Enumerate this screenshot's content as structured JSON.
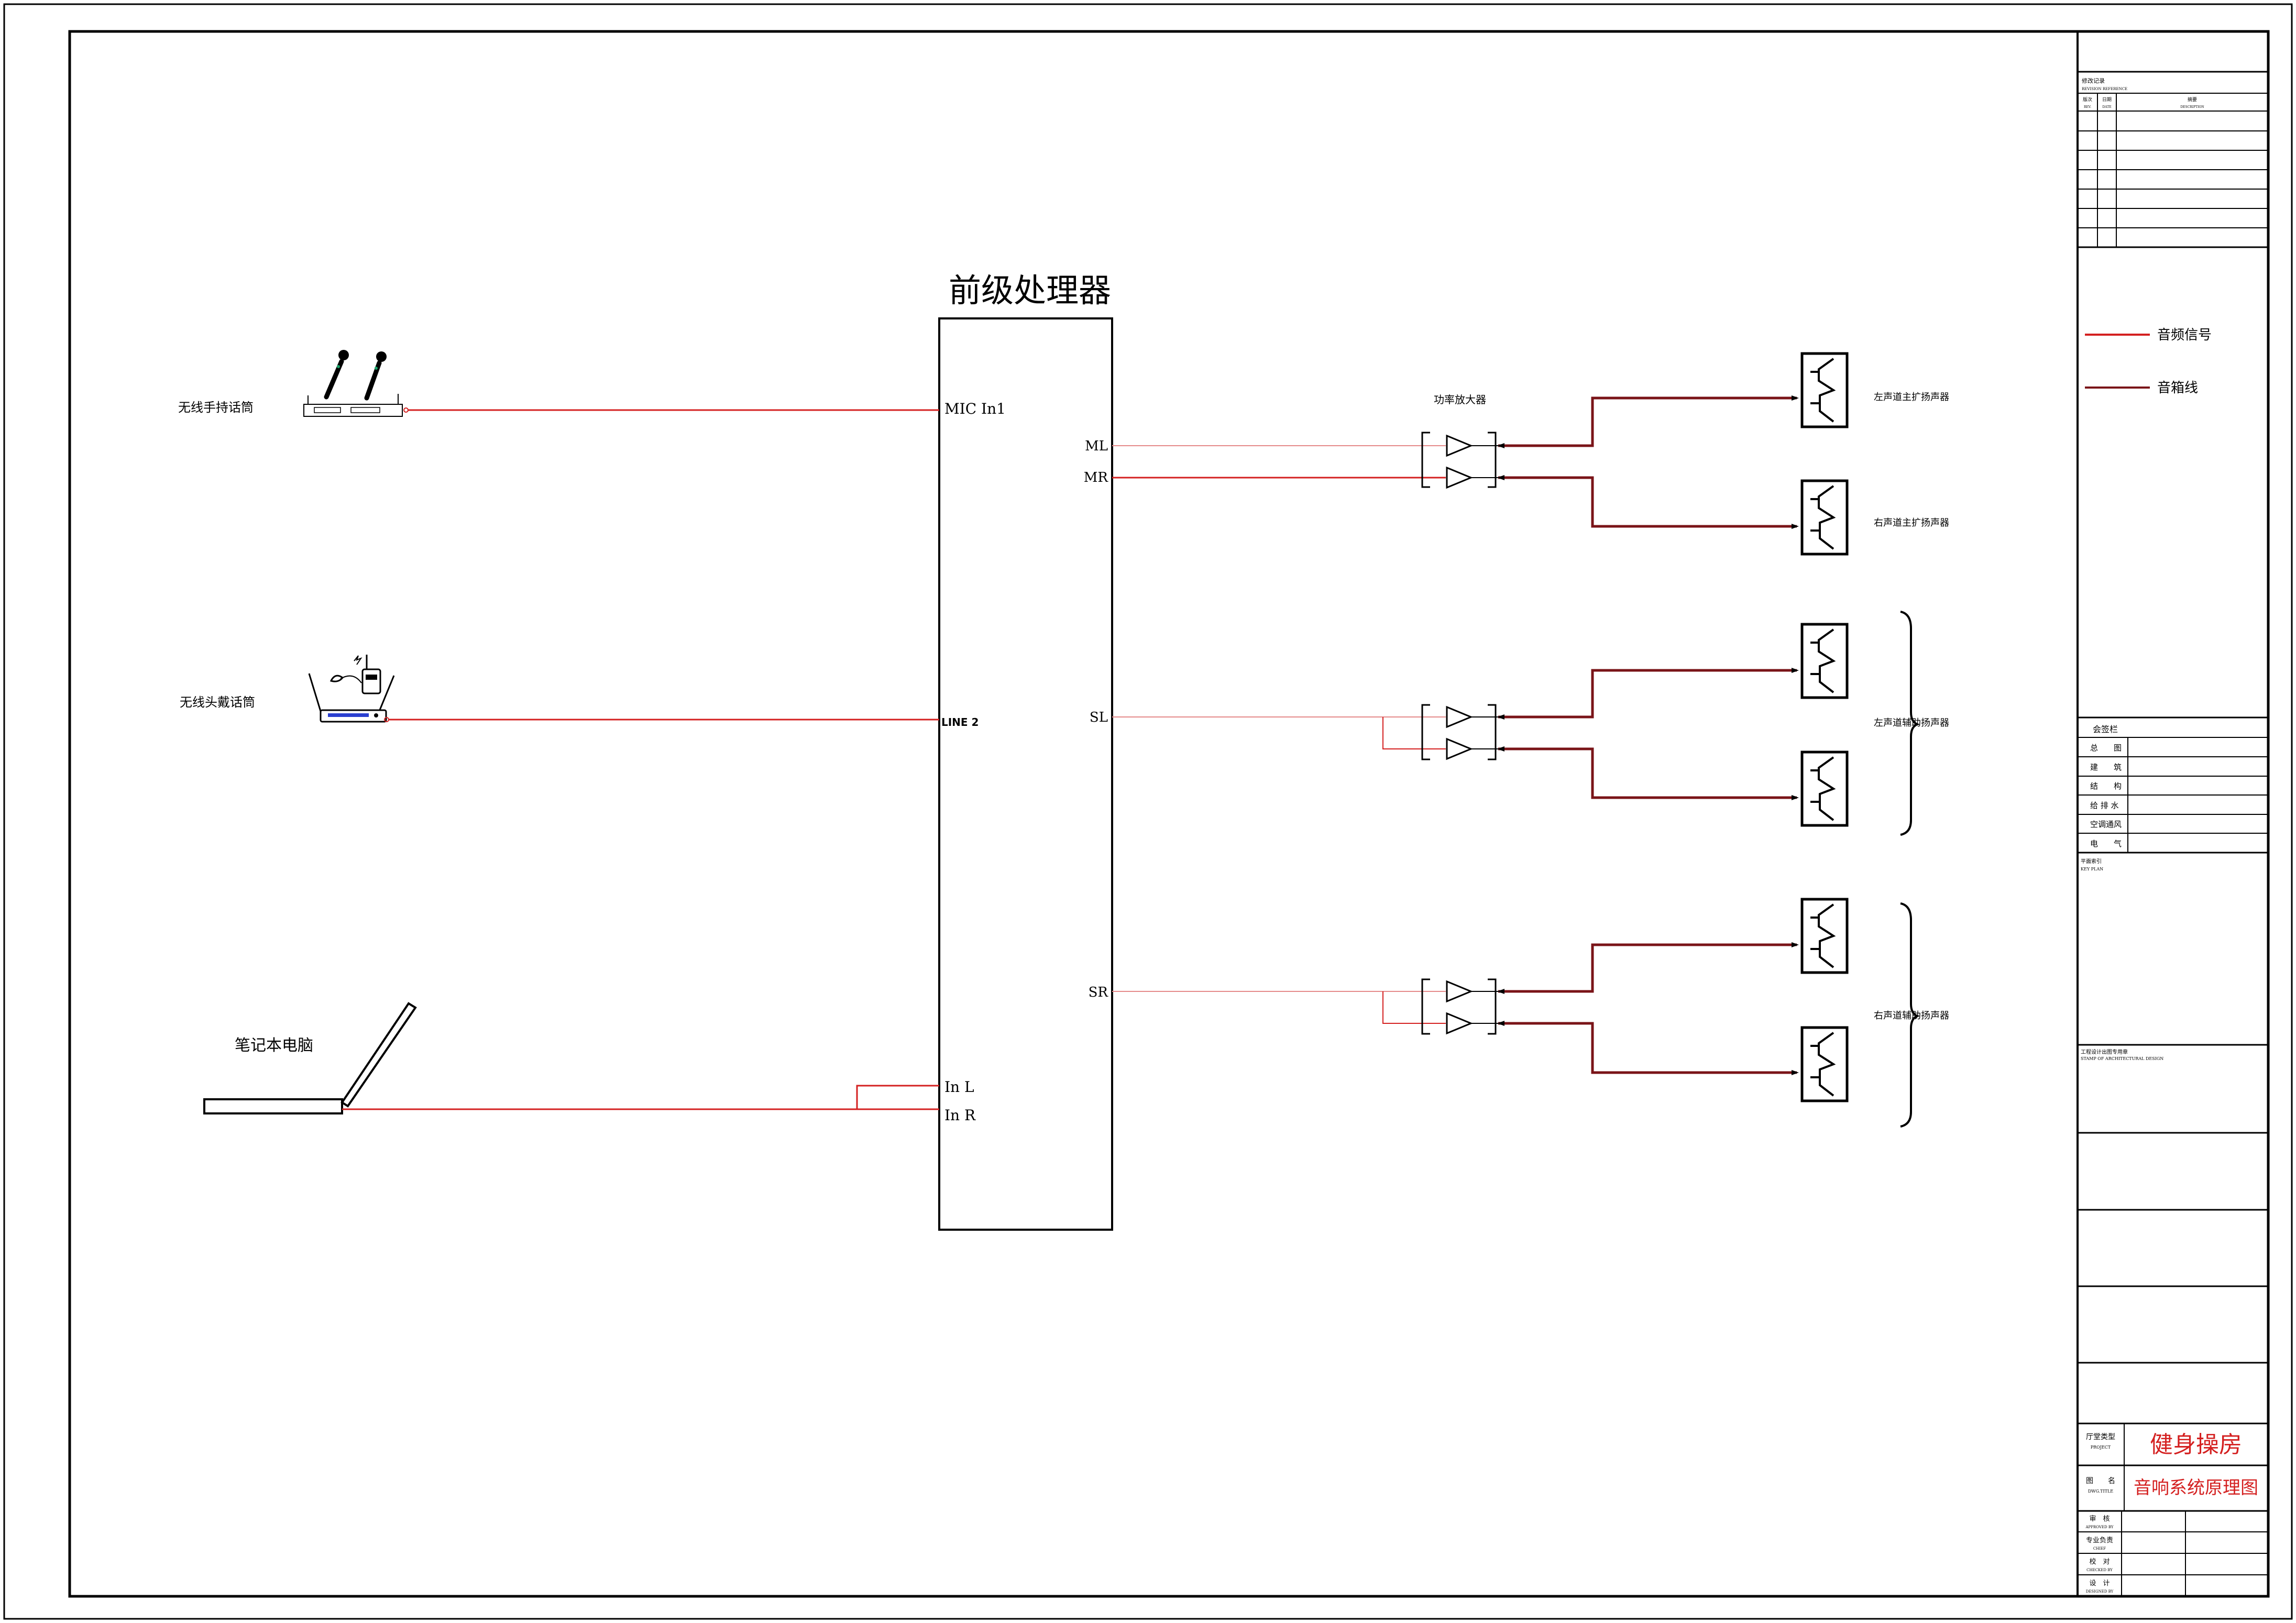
{
  "processor": {
    "title": "前级处理器",
    "port_mic": "MIC In1",
    "port_line2": "LINE 2",
    "port_inl": "In L",
    "port_inr": "In R",
    "port_ml": "ML",
    "port_mr": "MR",
    "port_sl": "SL",
    "port_sr": "SR"
  },
  "sources": {
    "handheld": "无线手持话筒",
    "headset": "无线头戴话筒",
    "laptop": "笔记本电脑"
  },
  "amplifier": {
    "label": "功率放大器"
  },
  "speakers": {
    "left_main": "左声道主扩扬声器",
    "right_main": "右声道主扩扬声器",
    "left_aux": "左声道辅助扬声器",
    "right_aux": "右声道辅助扬声器"
  },
  "legend": {
    "audio_signal": "音频信号",
    "speaker_cable": "音箱线",
    "audio_color": "#d42020",
    "speaker_color": "#7a1418"
  },
  "title_block": {
    "revision_cn": "修改记录",
    "revision_en": "REVISION REFERENCE",
    "rev_cn": "版次",
    "rev_en": "REV.",
    "date_cn": "日期",
    "date_en": "DATE",
    "desc_cn": "摘要",
    "desc_en": "DESCRIPTION",
    "sign_title": "会签栏",
    "sign_rows": [
      "总　　图",
      "建　　筑",
      "结　　构",
      "给 排 水",
      "空调通风",
      "电　　气"
    ],
    "key_plan_cn": "平面索引",
    "key_plan_en": "KEY PLAN",
    "stamp_cn": "工程设计出图专用章",
    "stamp_en": "STAMP OF ARCHITECTURAL DESIGN",
    "project_cn": "厅堂类型",
    "project_en": "PROJECT",
    "project_name": "健身操房",
    "drawing_cn": "图　　名",
    "drawing_en": "DWG.TITLE",
    "drawing_name": "音响系统原理图",
    "approved_cn": "审　核",
    "approved_en": "APPROVED BY",
    "chief_cn": "专业负责",
    "chief_en": "CHIEF",
    "checked_cn": "校　对",
    "checked_en": "CHECKED BY",
    "designed_cn": "设　计",
    "designed_en": "DESIGNED BY"
  }
}
